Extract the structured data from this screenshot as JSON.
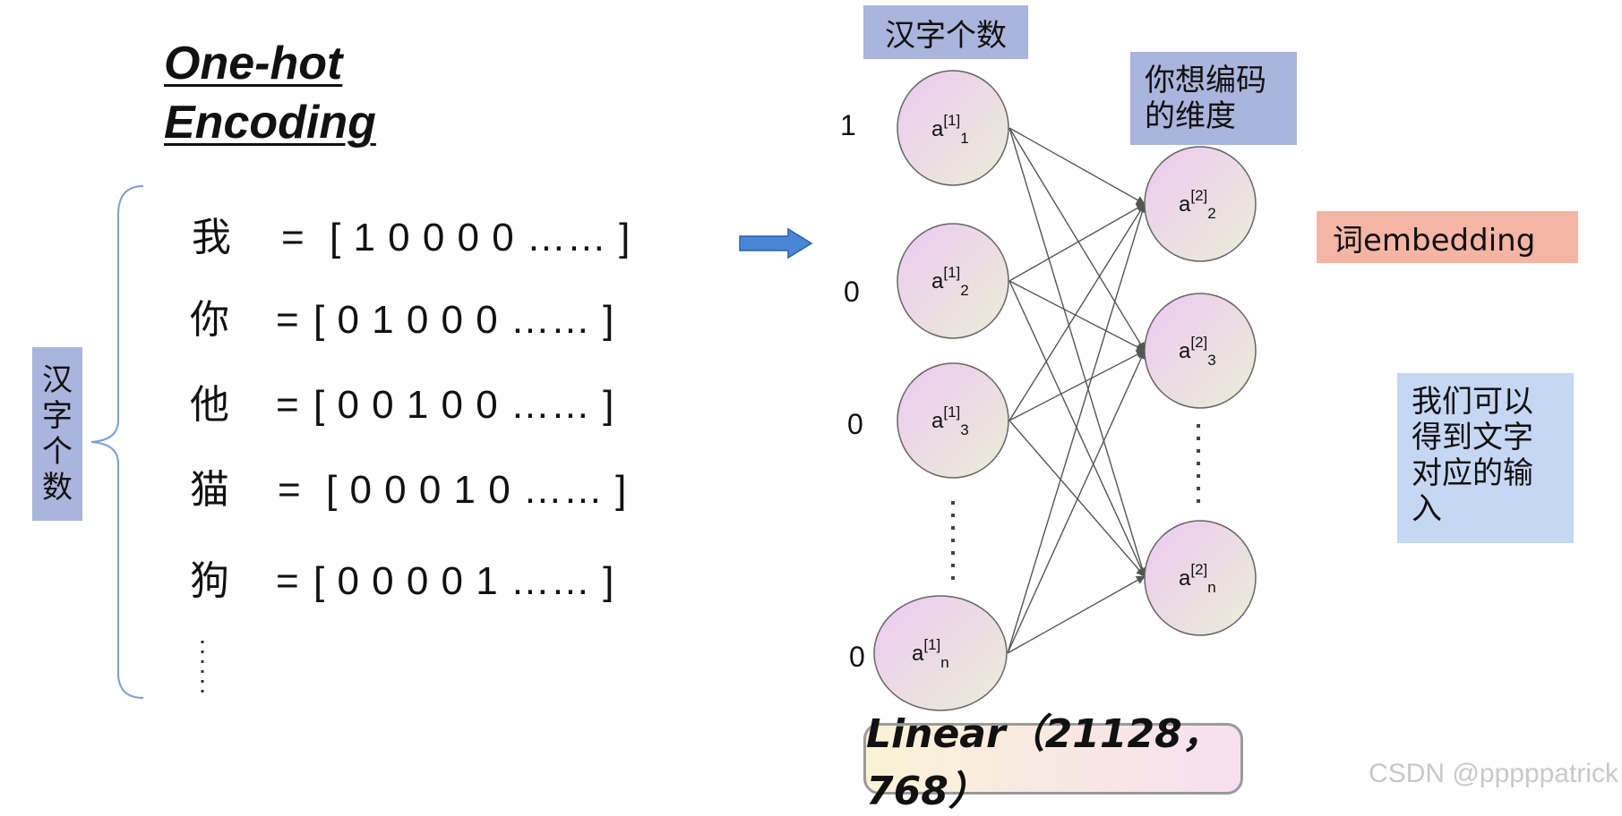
{
  "title": {
    "line1": "One-hot",
    "line2": "Encoding"
  },
  "left_label": [
    "汉",
    "字",
    "个",
    "数"
  ],
  "rows": [
    {
      "char": "我",
      "eq": "=",
      "vector": "[ 1   0   0   0   0 …… ]"
    },
    {
      "char": "你",
      "eq": "=",
      "vector": "[ 0   1   0   0   0 …… ]"
    },
    {
      "char": "他",
      "eq": "=",
      "vector": "[ 0   0   1   0   0 …… ]"
    },
    {
      "char": "猫",
      "eq": "=",
      "vector": "[ 0   0   0   1   0 …… ]"
    },
    {
      "char": "狗",
      "eq": "=",
      "vector": "[ 0   0   0   0   1 …… ]"
    }
  ],
  "top_label": "汉字个数",
  "dim_label": [
    "你想编码",
    "的维度"
  ],
  "embedding_label": "词embedding",
  "result_label": [
    "我们可以",
    "得到文字",
    "对应的输",
    "入"
  ],
  "input_values": [
    "1",
    "0",
    "0",
    "0"
  ],
  "layer1_nodes": [
    {
      "base": "a",
      "sup": "[1]",
      "sub": "1"
    },
    {
      "base": "a",
      "sup": "[1]",
      "sub": "2"
    },
    {
      "base": "a",
      "sup": "[1]",
      "sub": "3"
    },
    {
      "base": "a",
      "sup": "[1]",
      "sub": "n"
    }
  ],
  "layer2_nodes": [
    {
      "base": "a",
      "sup": "[2]",
      "sub": "2"
    },
    {
      "base": "a",
      "sup": "[2]",
      "sub": "3"
    },
    {
      "base": "a",
      "sup": "[2]",
      "sub": "n"
    }
  ],
  "linear_label": "Linear（21128，768）",
  "watermark": "CSDN @pppppatrick",
  "colors": {
    "node_fill_top": "#edc9f2",
    "node_fill_bottom": "#eaeed6",
    "box_blue": "#a9b5dc",
    "box_salmon": "#f4b5a5",
    "box_light_blue": "#c5d7f3",
    "arrow": "#4a86d6",
    "brace": "#7aa0d8"
  }
}
